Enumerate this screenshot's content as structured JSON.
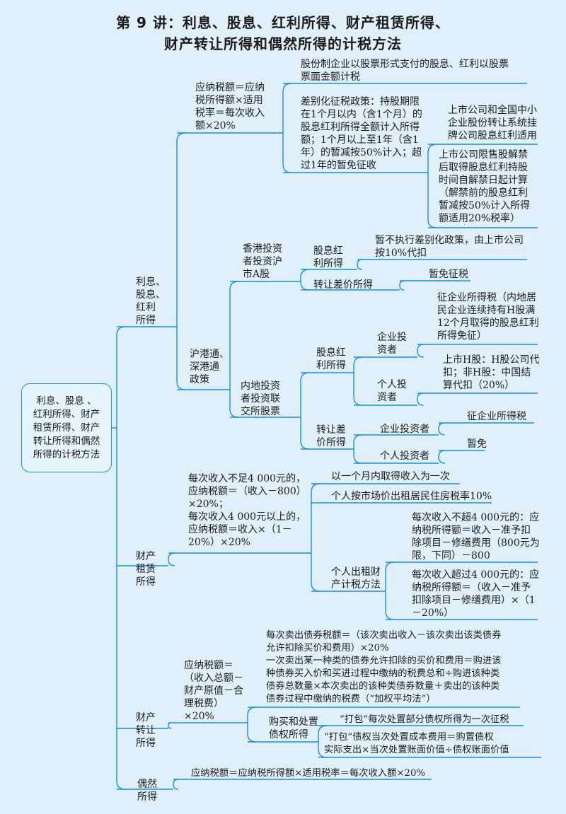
{
  "title": {
    "line1": "第 9 讲：利息、股息、红利所得、财产租赁所得、",
    "line2": "财产转让所得和偶然所得的计税方法"
  },
  "root": "利息、股息 、\n红利所得、财产\n租赁所得、财产\n转让所得和偶然\n所得的计税方法",
  "interest": {
    "label": "利息、\n股息、\n红利\n所得",
    "formula": "应纳税额＝应纳\n税所得额×适用\n税率＝每次收入\n额×20%",
    "stock_dividend": "股份制企业以股票形式支付的股息、红利以股票\n票面金额计税",
    "differential": "差别化征税政策：持股期限\n在1个月以内（含1个月）的\n股息红利所得全额计入所得\n额；1个月以上至1年（含1\n年）的暂减按50%计入；超\n过1年的暂免征收",
    "listed_neeq": "上市公司和全国中小\n企业股份转让系统挂\n牌公司股息红利适用",
    "restricted": "上市公司限售股解禁\n后取得股息红利持股\n时间自解禁日起计算\n（解禁前的股息红利\n暂减按50%计入所得\n额适用20%税率）",
    "connect": {
      "label": "沪港通、\n深港通\n政策",
      "hk_investor": "香港投资\n者投资沪\n市A股",
      "hk_dividend": "股息红\n利所得",
      "hk_dividend_rule": "暂不执行差别化政策，由上市公司\n按10%代扣",
      "hk_transfer": "转让差价所得",
      "hk_transfer_rule": "暂免征税",
      "mainland_investor": "内地投资\n者投资联\n交所股票",
      "ml_dividend": "股息红\n利所得",
      "ml_div_corp": "企业投\n资者",
      "ml_div_corp_rule": "征企业所得税（内地居\n民企业连续持有H股满\n12个月取得的股息红利\n所得免征）",
      "ml_div_indiv": "个人投\n资者",
      "ml_div_indiv_rule": "上市H股：H股公司代\n扣；非H股：中国结\n算代扣（20%）",
      "ml_transfer": "转让差\n价所得",
      "ml_tr_corp": "企业投资者",
      "ml_tr_corp_rule": "征企业所得税",
      "ml_tr_indiv": "个人投资者",
      "ml_tr_indiv_rule": "暂免"
    }
  },
  "lease": {
    "label": "财产\n租赁\n所得",
    "formula": "每次收入不足4 000元的，\n应纳税额＝（收入－800）\n×20%；\n每次收入4 000元以上的，\n应纳税额＝收入×（1－\n20%）×20%",
    "monthly": "以一个月内取得收入为一次",
    "housing": "个人按市场价出租居民住房税率10%",
    "method": "个人出租财\n产计税方法",
    "under": "每次收入不超4 000元的：应\n纳税所得额＝收入－准予扣\n除项目－修缮费用（800元为\n限，下同）－800",
    "over": "每次收入超过4 000元的：应\n纳税所得额＝（收入－准予\n扣除项目－修缮费用）×（1\n－20%）"
  },
  "transfer": {
    "label": "财产\n转让\n所得",
    "formula": "应纳税额＝\n（收入总额－\n财产原值－合\n理税费）\n×20%",
    "bonds": "每次卖出债券税额＝（该次卖出收入－该次卖出该类债券\n允许扣除买价和费用）×20%\n一次卖出某一种类的债券允许扣除的买价和费用＝购进该\n种债券买入价和买进过程中缴纳的税费总和÷购进该种类\n债券总数量×本次卖出的该种类债券数量＋卖出的该种类\n债券过程中缴纳的税费（“加权平均法”）",
    "debt": "购买和处置\n债权所得",
    "package1": "“打包”每次处置部分债权所得为一次征税",
    "package2": "“打包”债权当次处置成本费用＝购置债权\n实际支出×当次处置账面价值÷债权账面价值"
  },
  "incidental": {
    "label": "偶然\n所得",
    "formula": "应纳税额＝应纳税所得额×适用税率＝每次收入额×20%"
  },
  "colors": {
    "line": "#1a8fd8",
    "background": "#dff0fa"
  }
}
